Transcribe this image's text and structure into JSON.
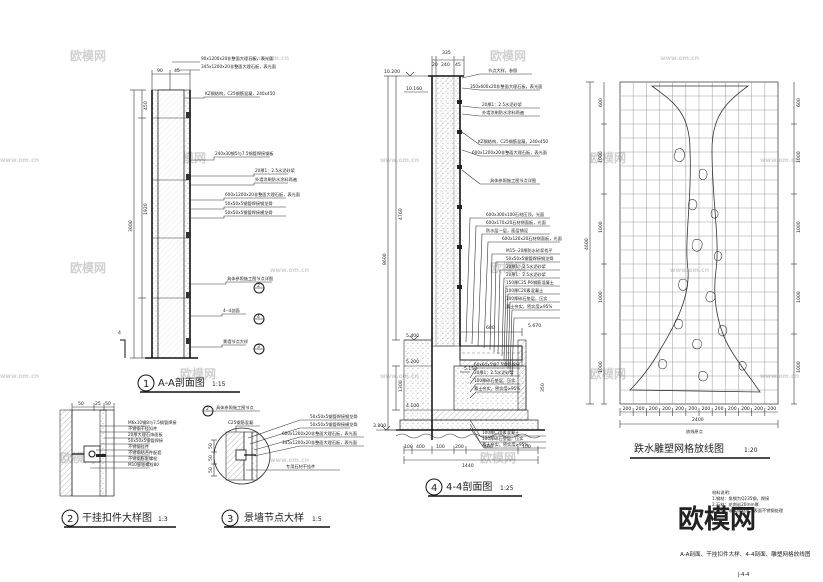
{
  "watermarks": {
    "brand": "欧模网",
    "site": "www.om.cn",
    "brand_large": "欧模网"
  },
  "section_aa": {
    "title": "A-A剖面图",
    "scale": "1:15",
    "number": "1",
    "dims_top": [
      "90",
      "45"
    ],
    "dims_side": [
      "450",
      "1920",
      "3000"
    ],
    "notes": [
      "90x1200x20非整面大理石板，表光面",
      "345x1200x20非整面大理石板，表光面",
      "KZ钢结构，C25钢筋混凝，240x450",
      "240x30钢5与7.5钢管焊接钢板",
      "20厚1：2.5水泥砂浆",
      "外墙涂刷防水涂料两遍",
      "600x1200x20非整面大理石板，表光面",
      "50x50x5钢管焊接钢龙骨",
      "50x50x5钢管焊接横龙骨",
      "具体参照施工图节点详图",
      "4--4剖面",
      "景墙节点大样"
    ],
    "callouts": [
      "2",
      "4",
      "3"
    ]
  },
  "section_44": {
    "title": "4-4剖面图",
    "scale": "1:25",
    "number": "4",
    "levels": [
      "10.200",
      "10.160",
      "5.400",
      "5.200",
      "5.150",
      "4.100",
      "3.800"
    ],
    "dims_top": [
      "335",
      "20",
      "240",
      "45"
    ],
    "dims_side": [
      "4760",
      "8600",
      "1300",
      "350"
    ],
    "dims_bottom": [
      "100",
      "400",
      "100",
      "200",
      "400",
      "100"
    ],
    "dim_total": "1440",
    "dim_600": "600",
    "dim_5670": "5.670",
    "notes": [
      "节点大样，参照",
      "350x600x20非整面大理石板，表光面",
      "20厚1：2.5水泥砂浆",
      "外墙涂刷防水涂料两遍",
      "KZ钢结构，C25钢筋混凝，240x450",
      "600x1200x20非整面大理石板，表光面",
      "具体参照施工图节点详图",
      "600x300x100石材压顶，光面",
      "600x170x20石材侧面板，光面",
      "防水层一层，面层铺设",
      "600x120x20石材侧面板，光面",
      "M15--20厚防水砂浆找平",
      "50x50x5钢管焊接钢龙骨",
      "20厚1：2.5水泥砂浆",
      "20厚1：2.5水泥砂浆",
      "150厚C25 P6钢筋混凝土",
      "100厚C20素混凝土",
      "100厚碎石垫层，压实",
      "素土夯实，密实度≥95%",
      "60x60x5钢7.5钢管焊接",
      "20厚1：2.5水泥砂浆",
      "100厚碎石垫层，压实",
      "素土夯实，密实度≥95%",
      "100厚C20素混凝土",
      "100厚碎石垫层，压实",
      "素土夯实，密实度≥95%"
    ]
  },
  "section_2": {
    "title": "干挂扣件大样图",
    "scale": "1:3",
    "number": "2",
    "dims": [
      "50",
      "25",
      "50"
    ],
    "notes": [
      "M6x10钢8与7.5钢管焊接",
      "不锈钢干挂扣件",
      "20厚大理石饰面板",
      "50x50x5钢管焊接",
      "不锈钢挂件",
      "不锈钢结合件配套",
      "不锈钢膨胀螺栓",
      "M10膨胀螺栓80"
    ]
  },
  "section_3": {
    "title": "景墙节点大样",
    "scale": "1:5",
    "number": "3",
    "dims": [
      "50",
      "50",
      "50"
    ],
    "callout": "2",
    "notes": [
      "具体参照施工图节点",
      "C25钢筋混凝",
      "50x50x5钢管焊接钢龙骨",
      "50x50x5钢管焊接横龙骨",
      "600x1200x20非整面大理石板，表光面",
      "345x1200x20非整面大理石板，表光面",
      "专用石材干挂件"
    ]
  },
  "sculpture": {
    "title": "跌水雕塑网格放线图",
    "scale": "1:20",
    "dims_left": [
      "600",
      "1000",
      "1000",
      "1000",
      "1000"
    ],
    "dims_right": [
      "600",
      "1000",
      "1000",
      "1000",
      "1000"
    ],
    "dim_total_left": "4600",
    "dims_bottom": [
      "200",
      "200",
      "200",
      "200",
      "200",
      "200",
      "200",
      "200",
      "200",
      "200",
      "200",
      "200"
    ],
    "dim_total_bottom": "2400",
    "label_bottom": "放线原点"
  },
  "notes_box": {
    "lines": [
      "材料说明：",
      "1.钢材：角钢为Q235钢，焊接",
      "2.石材：花岗岩20mm厚",
      "3.雕塑：玻璃钢材质，表面不锈钢处理"
    ]
  },
  "footer": {
    "caption": "A-A剖面、干挂扣件大样、4-4剖面、雕塑网格放线图",
    "sheet_no": "J-4-4"
  }
}
